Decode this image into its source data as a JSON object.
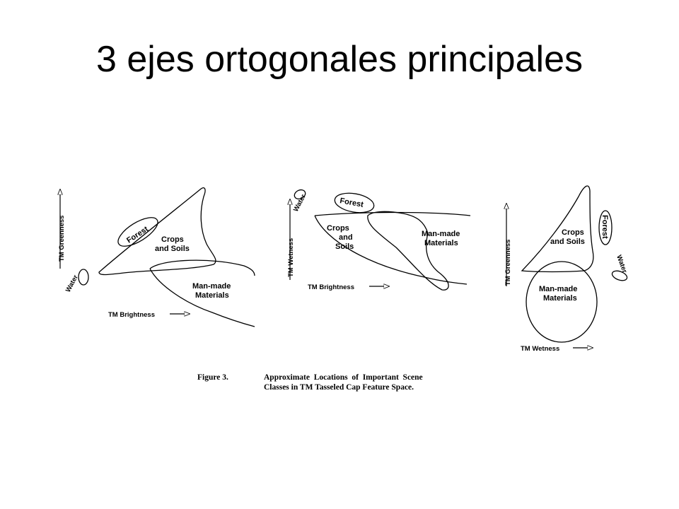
{
  "slide": {
    "title": "3 ejes ortogonales principales"
  },
  "panel1": {
    "y_axis": "TM Greenness",
    "x_axis": "TM Brightness",
    "forest": "Forest",
    "crops_line1": "Crops",
    "crops_line2": "and Soils",
    "water": "Water",
    "manmade_line1": "Man-made",
    "manmade_line2": "Materials"
  },
  "panel2": {
    "y_axis": "TM Wetness",
    "x_axis": "TM Brightness",
    "water": "Water",
    "forest": "Forest",
    "crops_line1": "Crops",
    "crops_line2": "and",
    "crops_line3": "Soils",
    "manmade_line1": "Man-made",
    "manmade_line2": "Materials"
  },
  "panel3": {
    "y_axis": "TM Greenness",
    "x_axis": "TM Wetness",
    "crops_line1": "Crops",
    "crops_line2": "and Soils",
    "forest": "Forest",
    "water": "Water",
    "manmade_line1": "Man-made",
    "manmade_line2": "Materials"
  },
  "caption": {
    "label": "Figure 3.",
    "line1": "Approximate  Locations  of  Important  Scene",
    "line2": "Classes in TM Tasseled Cap Feature Space."
  }
}
